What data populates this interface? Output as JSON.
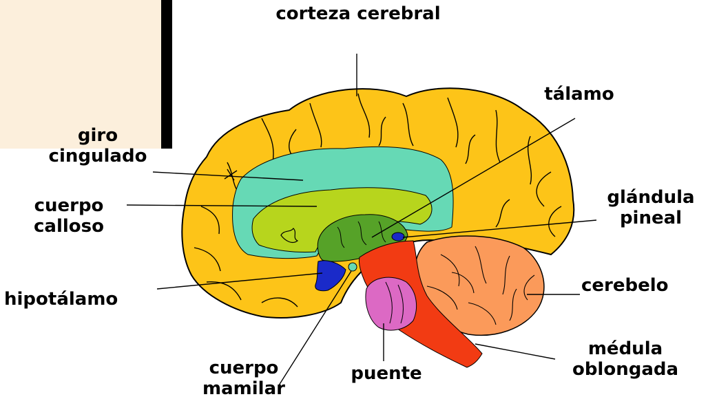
{
  "labels": {
    "corteza": "corteza cerebral",
    "talamo": "tálamo",
    "giro": "giro\ncingulado",
    "cuerpo_calloso": "cuerpo\ncalloso",
    "glandula": "glándula\npineal",
    "hipotalamo": "hipotálamo",
    "cerebelo": "cerebelo",
    "medula": "médula\noblongada",
    "puente": "puente",
    "mamilar": "cuerpo\nmamilar"
  },
  "colors": {
    "cortex": "#fdc418",
    "cingulate": "#66d9b5",
    "callosum": "#b7d51d",
    "thalamus": "#56a228",
    "hypothalamus": "#1a2ac9",
    "cerebellum": "#fb9a5a",
    "medulla": "#f23b13",
    "pons": "#dc69c4",
    "beige": "#fcefdc"
  }
}
